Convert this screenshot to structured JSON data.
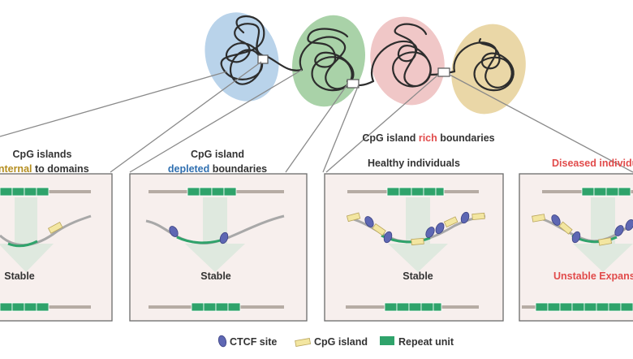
{
  "colors": {
    "domain_blue": "#b9d3ea",
    "domain_green": "#a9d2a8",
    "domain_pink": "#f0c7c7",
    "domain_tan": "#ead7a7",
    "panel_bg": "#f7efed",
    "panel_border": "#6b6b6b",
    "repeat_green": "#2fa36b",
    "cpg_yellow": "#f3e6a1",
    "ctcf_blue": "#5e67b3",
    "accent_olive": "#b58e1f",
    "accent_blue": "#2f6fb0",
    "accent_red": "#e14b4b",
    "arrow_fill": "#dfe9df"
  },
  "top_labels": {
    "rich_prefix": "CpG island ",
    "rich_word": "rich",
    "rich_suffix": " boundaries"
  },
  "panels": [
    {
      "title_line1": "CpG islands",
      "title_accent": "internal",
      "title_rest": " to domains",
      "state": "Stable"
    },
    {
      "title_line1": "CpG island",
      "title_accent": "depleted",
      "title_rest": " boundaries",
      "state": "Stable"
    },
    {
      "title_line1": "Healthy individuals",
      "state": "Stable"
    },
    {
      "title_line1": "Diseased individuals",
      "state": "Unstable Expansion"
    }
  ],
  "legend": {
    "ctcf": "CTCF site",
    "cpg": "CpG island",
    "repeat": "Repeat unit"
  }
}
